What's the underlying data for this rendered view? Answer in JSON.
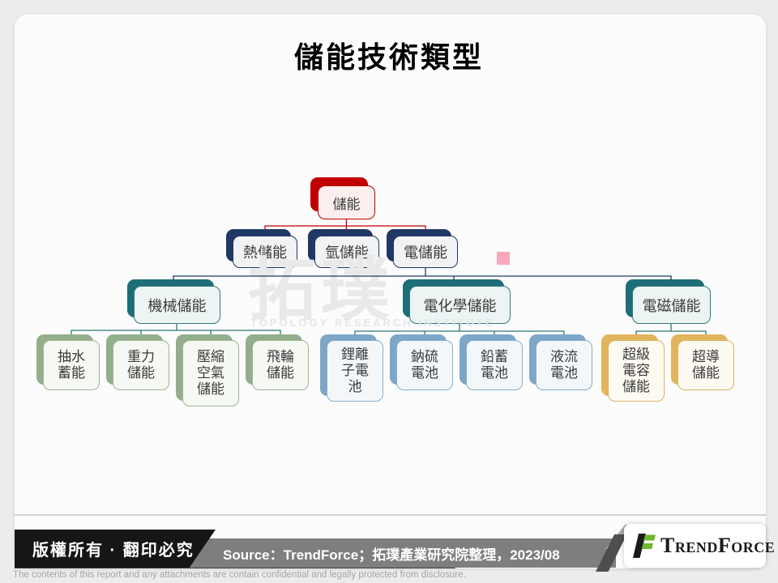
{
  "slide": {
    "title": "儲能技術類型",
    "watermark": {
      "cjk": "拓璞",
      "en": "TOPOLOGY RESEARCH INSTITUTE"
    }
  },
  "org_chart": {
    "root": {
      "label": "儲能"
    },
    "level2": [
      {
        "label": "熱儲能"
      },
      {
        "label": "氫儲能"
      },
      {
        "label": "電儲能"
      }
    ],
    "level3": [
      {
        "label": "機械儲能"
      },
      {
        "label": "電化學儲能"
      },
      {
        "label": "電磁儲能"
      }
    ],
    "level4": {
      "mechanical": [
        {
          "label": "抽水蓄能"
        },
        {
          "label": "重力儲能"
        },
        {
          "label": "壓縮空氣儲能"
        },
        {
          "label": "飛輪儲能"
        }
      ],
      "electrochemical": [
        {
          "label": "鋰離子電池"
        },
        {
          "label": "鈉硫電池"
        },
        {
          "label": "鉛蓄電池"
        },
        {
          "label": "液流電池"
        }
      ],
      "electromagnetic": [
        {
          "label": "超級電容儲能"
        },
        {
          "label": "超導儲能"
        }
      ]
    }
  },
  "footer": {
    "copyright": "版權所有 · 翻印必究",
    "source": "Source：TrendForce；拓璞產業研究院整理，2023/08",
    "brand": "TrendForce",
    "disclaimer": "The contents of this report and any attachments are contain confidential and legally protected from disclosure."
  },
  "colors": {
    "accent_red": "#C00000",
    "accent_navy": "#1F3864",
    "accent_teal": "#1E6E78",
    "accent_sage": "#93AE8C",
    "accent_steel_blue": "#7EA6C6",
    "accent_gold": "#E2B45C",
    "pink_marker": "#F9A7BB",
    "logo_green": "#6FB52D"
  }
}
